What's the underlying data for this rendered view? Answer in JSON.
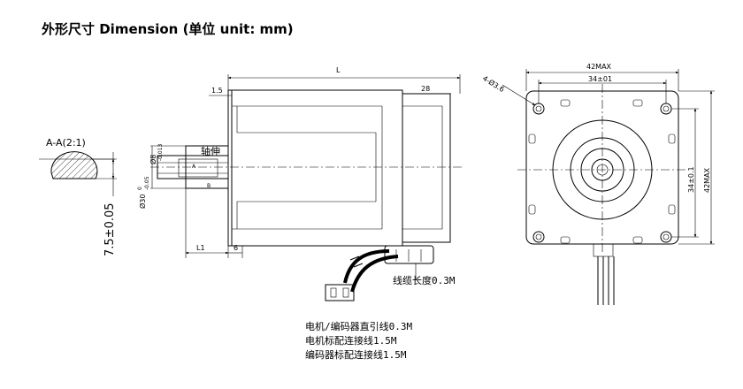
{
  "title": "外形尺寸 Dimension (单位 unit: mm)",
  "section": {
    "label": "A-A(2:1)",
    "flat_dim": "7.5±0.05"
  },
  "side_view": {
    "length_label": "L",
    "flange_label": "1.5",
    "rear_label": "28",
    "shaft_length_label": "L1",
    "flange_thick_label": "6",
    "shaft_dia_label": "Ø8",
    "pilot_dia_label": "Ø30",
    "pilot_tol_upper": "0",
    "pilot_tol_lower": "-0.05",
    "shaft_tol": "-0.013",
    "shaft_note": "轴伸",
    "section_mark_a": "A",
    "section_mark_b": "B",
    "cable_length": "线缆长度0.3M"
  },
  "front_view": {
    "width_max": "42MAX",
    "hole_pitch_h": "34±01",
    "hole_pitch_v": "34±0.1",
    "height_max": "42MAX",
    "hole_callout": "4-Ø3.6"
  },
  "notes": [
    "电机/编码器直引线0.3M",
    "电机标配连接线1.5M",
    "编码器标配连接线1.5M"
  ]
}
